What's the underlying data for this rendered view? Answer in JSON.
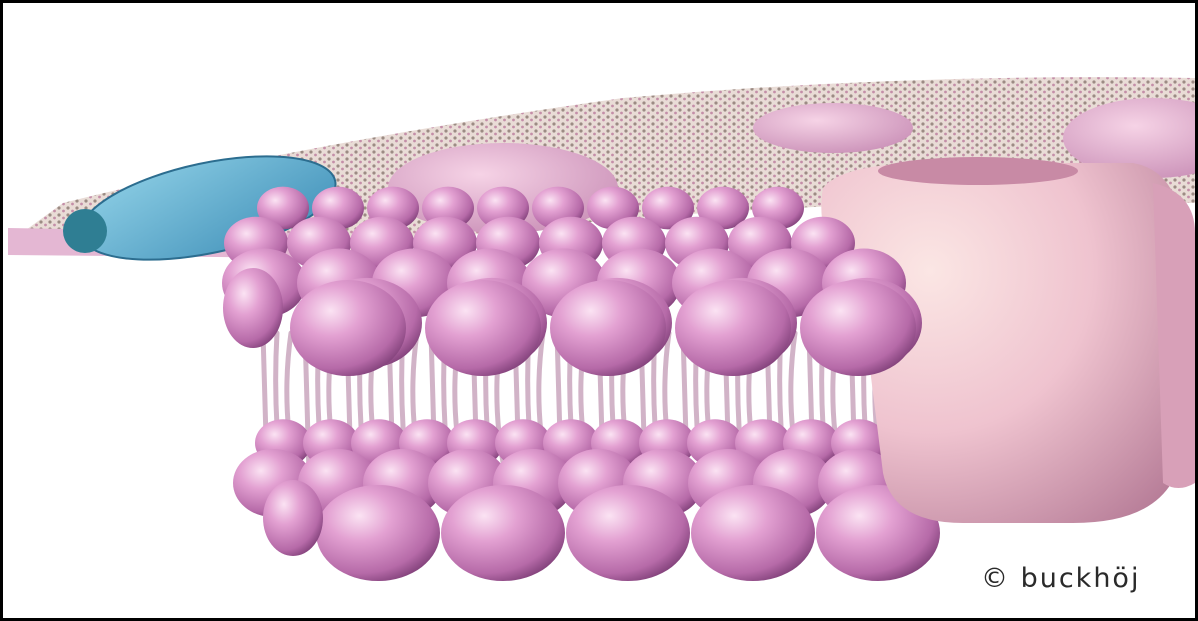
{
  "credit": {
    "text": "© buckhöj"
  },
  "palette": {
    "background": "#ffffff",
    "frame": "#000000",
    "lipid_head": "#d88ac4",
    "lipid_head_light": "#f4d2ea",
    "lipid_head_dark": "#8f4f86",
    "tail": "#c9a6bd",
    "protein": "#f0c8d6",
    "protein_shadow": "#b57a93",
    "glycolipid": "#5aa6c6",
    "surface_texture": "#9c8b84"
  },
  "icons": {
    "membrane": "lipid-bilayer-illustration",
    "protein": "integral-protein-illustration",
    "channel": "blue-channel-protein-illustration"
  }
}
